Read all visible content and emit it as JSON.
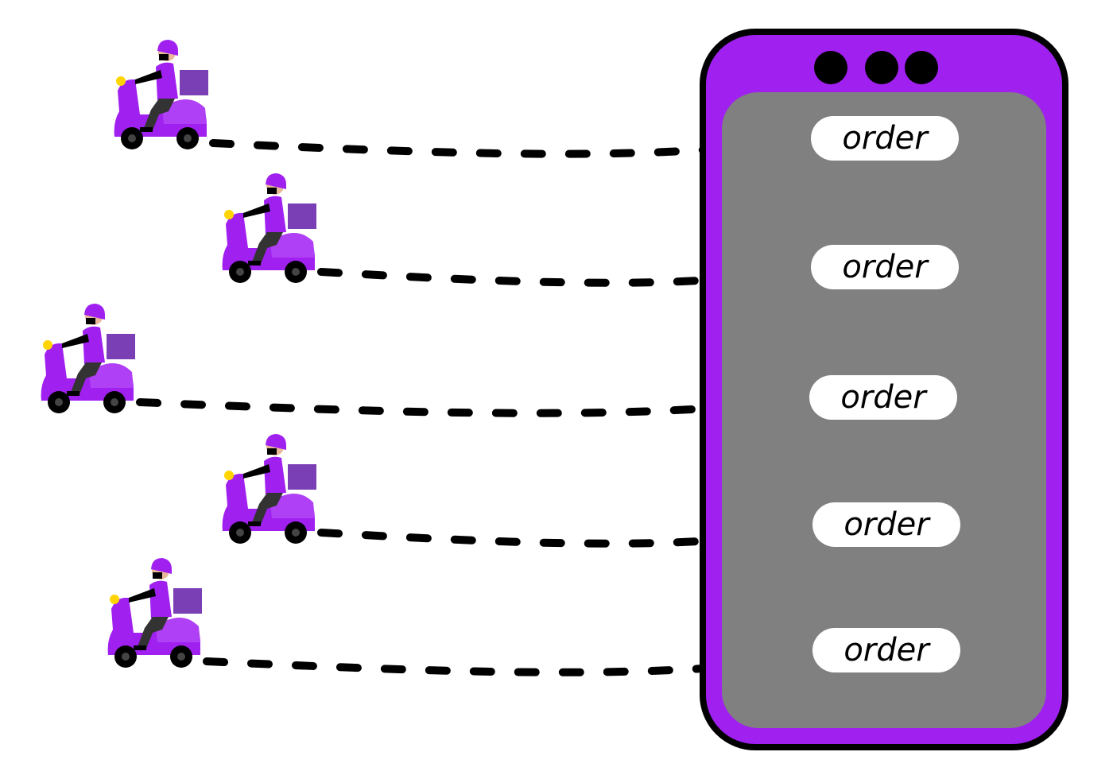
{
  "phone": {
    "body_color": "#a020f0",
    "screen_color": "#808080",
    "outline_color": "#000000",
    "camera_dots": 3
  },
  "orders": [
    {
      "label": "order"
    },
    {
      "label": "order"
    },
    {
      "label": "order"
    },
    {
      "label": "order"
    },
    {
      "label": "order"
    }
  ],
  "couriers": {
    "count": 5,
    "icon": "delivery-scooter-rider-icon",
    "scooter_color": "#a020f0",
    "box_color": "#7a3fb5"
  },
  "connector": {
    "style": "dashed",
    "color": "#000000"
  }
}
